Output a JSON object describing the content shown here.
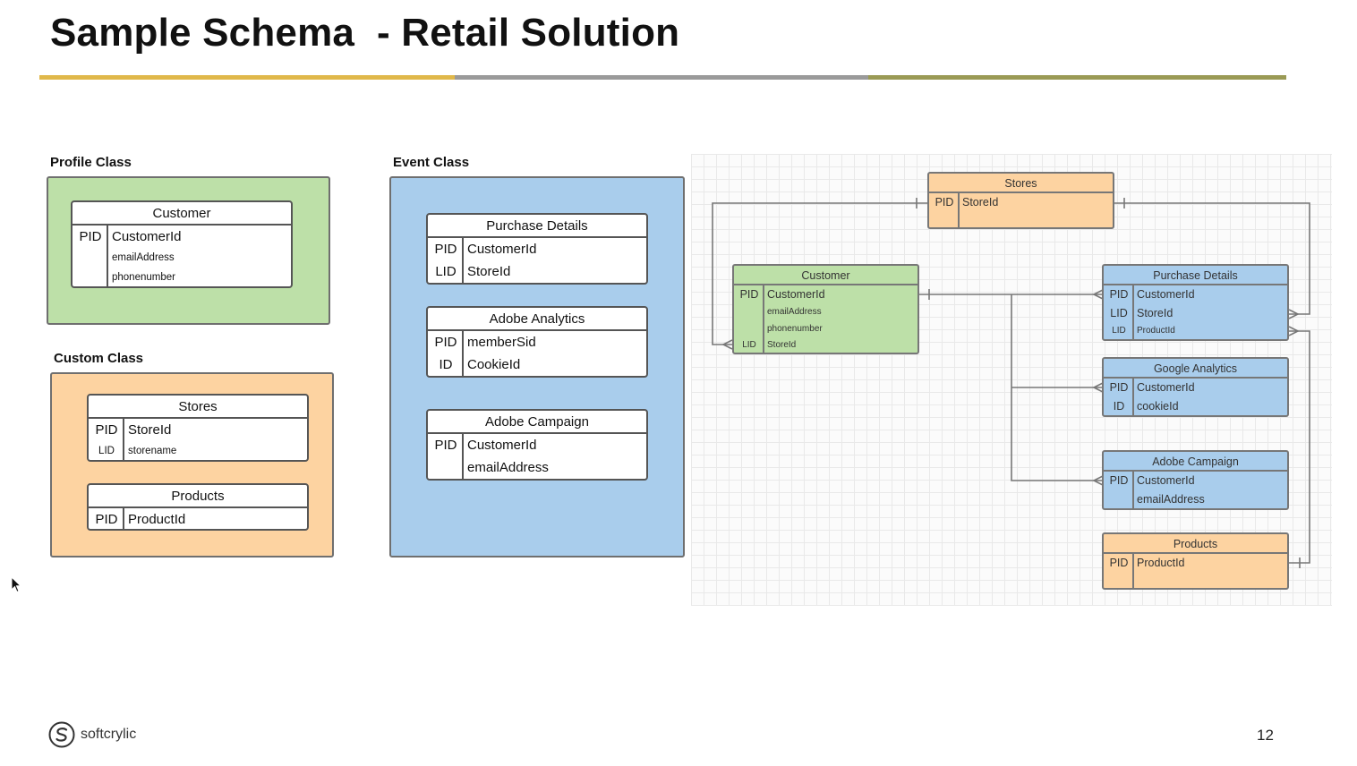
{
  "slide": {
    "title": "Sample Schema  - Retail Solution",
    "page_number": "12",
    "brand": "softcrylic",
    "rule_colors": [
      "#e0b84a",
      "#9a9a9a",
      "#9a9a55"
    ]
  },
  "profile_class": {
    "label": "Profile Class",
    "color": "#bde0a8",
    "customer": {
      "title": "Customer",
      "rows": [
        {
          "key": "PID",
          "field": "CustomerId"
        },
        {
          "key": "",
          "field": "emailAddress"
        },
        {
          "key": "",
          "field": "phonenumber"
        }
      ]
    }
  },
  "custom_class": {
    "label": "Custom Class",
    "color": "#fdd3a1",
    "stores": {
      "title": "Stores",
      "rows": [
        {
          "key": "PID",
          "field": "StoreId"
        },
        {
          "key": "LID",
          "field": "storename"
        }
      ]
    },
    "products": {
      "title": "Products",
      "rows": [
        {
          "key": "PID",
          "field": "ProductId"
        }
      ]
    }
  },
  "event_class": {
    "label": "Event Class",
    "color": "#a9cdec",
    "purchase_details": {
      "title": "Purchase Details",
      "rows": [
        {
          "key": "PID",
          "field": "CustomerId"
        },
        {
          "key": "LID",
          "field": "StoreId"
        }
      ]
    },
    "adobe_analytics": {
      "title": "Adobe Analytics",
      "rows": [
        {
          "key": "PID",
          "field": "memberSid"
        },
        {
          "key": "ID",
          "field": "CookieId"
        }
      ]
    },
    "adobe_campaign": {
      "title": "Adobe Campaign",
      "rows": [
        {
          "key": "PID",
          "field": "CustomerId"
        },
        {
          "key": "",
          "field": "emailAddress"
        }
      ]
    }
  },
  "erd": {
    "stores": {
      "title": "Stores",
      "rows": [
        {
          "key": "PID",
          "field": "StoreId"
        }
      ]
    },
    "customer": {
      "title": "Customer",
      "rows": [
        {
          "key": "PID",
          "field": "CustomerId"
        },
        {
          "key": "",
          "field": "emailAddress"
        },
        {
          "key": "",
          "field": "phonenumber"
        },
        {
          "key": "LID",
          "field": "StoreId"
        }
      ]
    },
    "purchase_details": {
      "title": "Purchase Details",
      "rows": [
        {
          "key": "PID",
          "field": "CustomerId"
        },
        {
          "key": "LID",
          "field": "StoreId"
        },
        {
          "key": "LID",
          "field": "ProductId"
        }
      ]
    },
    "google_analytics": {
      "title": "Google Analytics",
      "rows": [
        {
          "key": "PID",
          "field": "CustomerId"
        },
        {
          "key": "ID",
          "field": "cookieId"
        }
      ]
    },
    "adobe_campaign": {
      "title": "Adobe Campaign",
      "rows": [
        {
          "key": "PID",
          "field": "CustomerId"
        },
        {
          "key": "",
          "field": "emailAddress"
        }
      ]
    },
    "products": {
      "title": "Products",
      "rows": [
        {
          "key": "PID",
          "field": "ProductId"
        }
      ]
    }
  }
}
